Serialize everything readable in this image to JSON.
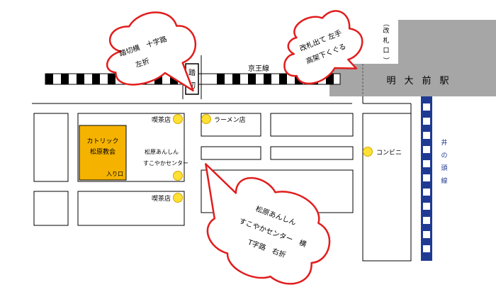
{
  "railway": {
    "keio_line": "京王線",
    "crossing": [
      "踏",
      "切"
    ],
    "inokashira_line": [
      "井",
      "の",
      "頭",
      "線"
    ]
  },
  "station": {
    "name_chars": [
      "明",
      "大",
      "前",
      "駅"
    ],
    "ticket_gate_chars": [
      "（",
      "改",
      "札",
      "口",
      "）"
    ]
  },
  "landmarks": {
    "church": [
      "カトリック",
      "松原教会"
    ],
    "entrance": "入り口",
    "cafe_top": "喫茶店",
    "ramen": "ラーメン店",
    "center_lines": [
      "松原あんしん",
      "すこやかセンター"
    ],
    "convenience_store": "コンビニ",
    "cafe_bottom": "喫茶店"
  },
  "callouts": {
    "top_left": [
      "踏切横　十字路",
      "左折"
    ],
    "top_right": [
      "改札出て 左手",
      "高架下くぐる"
    ],
    "bottom": [
      "松原あんしん",
      "すこやかセンター　横",
      "T字路　右折"
    ]
  },
  "colors": {
    "church": "#f5b300",
    "poi": "#ffe033",
    "station": "#a6a6a6",
    "inokashira": "#1f3a93",
    "callout_border": "#e11d1d"
  }
}
